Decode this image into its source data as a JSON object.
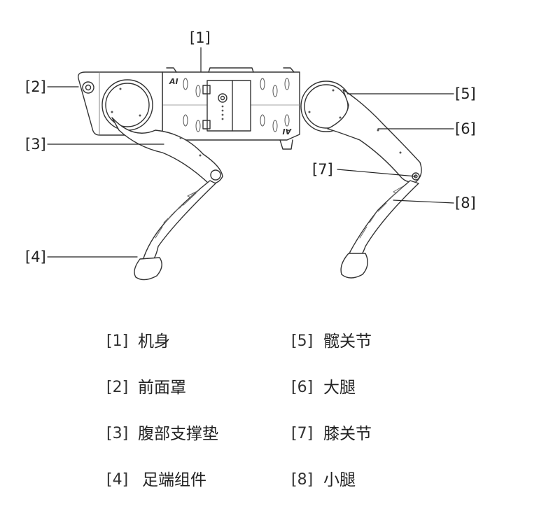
{
  "callouts": [
    {
      "num": "[1]"
    },
    {
      "num": "[2]"
    },
    {
      "num": "[3]"
    },
    {
      "num": "[4]"
    },
    {
      "num": "[5]"
    },
    {
      "num": "[6]"
    },
    {
      "num": "[7]"
    },
    {
      "num": "[8]"
    }
  ],
  "body_marks": {
    "front": "AI",
    "rear": "AI"
  },
  "legend": [
    {
      "num": "[1]",
      "name": "机身"
    },
    {
      "num": "[2]",
      "name": "前面罩"
    },
    {
      "num": "[3]",
      "name": "腹部支撑垫"
    },
    {
      "num": "[4]",
      "name": "足端组件"
    },
    {
      "num": "[5]",
      "name": "髋关节"
    },
    {
      "num": "[6]",
      "name": "大腿"
    },
    {
      "num": "[7]",
      "name": "膝关节"
    },
    {
      "num": "[8]",
      "name": "小腿"
    }
  ]
}
